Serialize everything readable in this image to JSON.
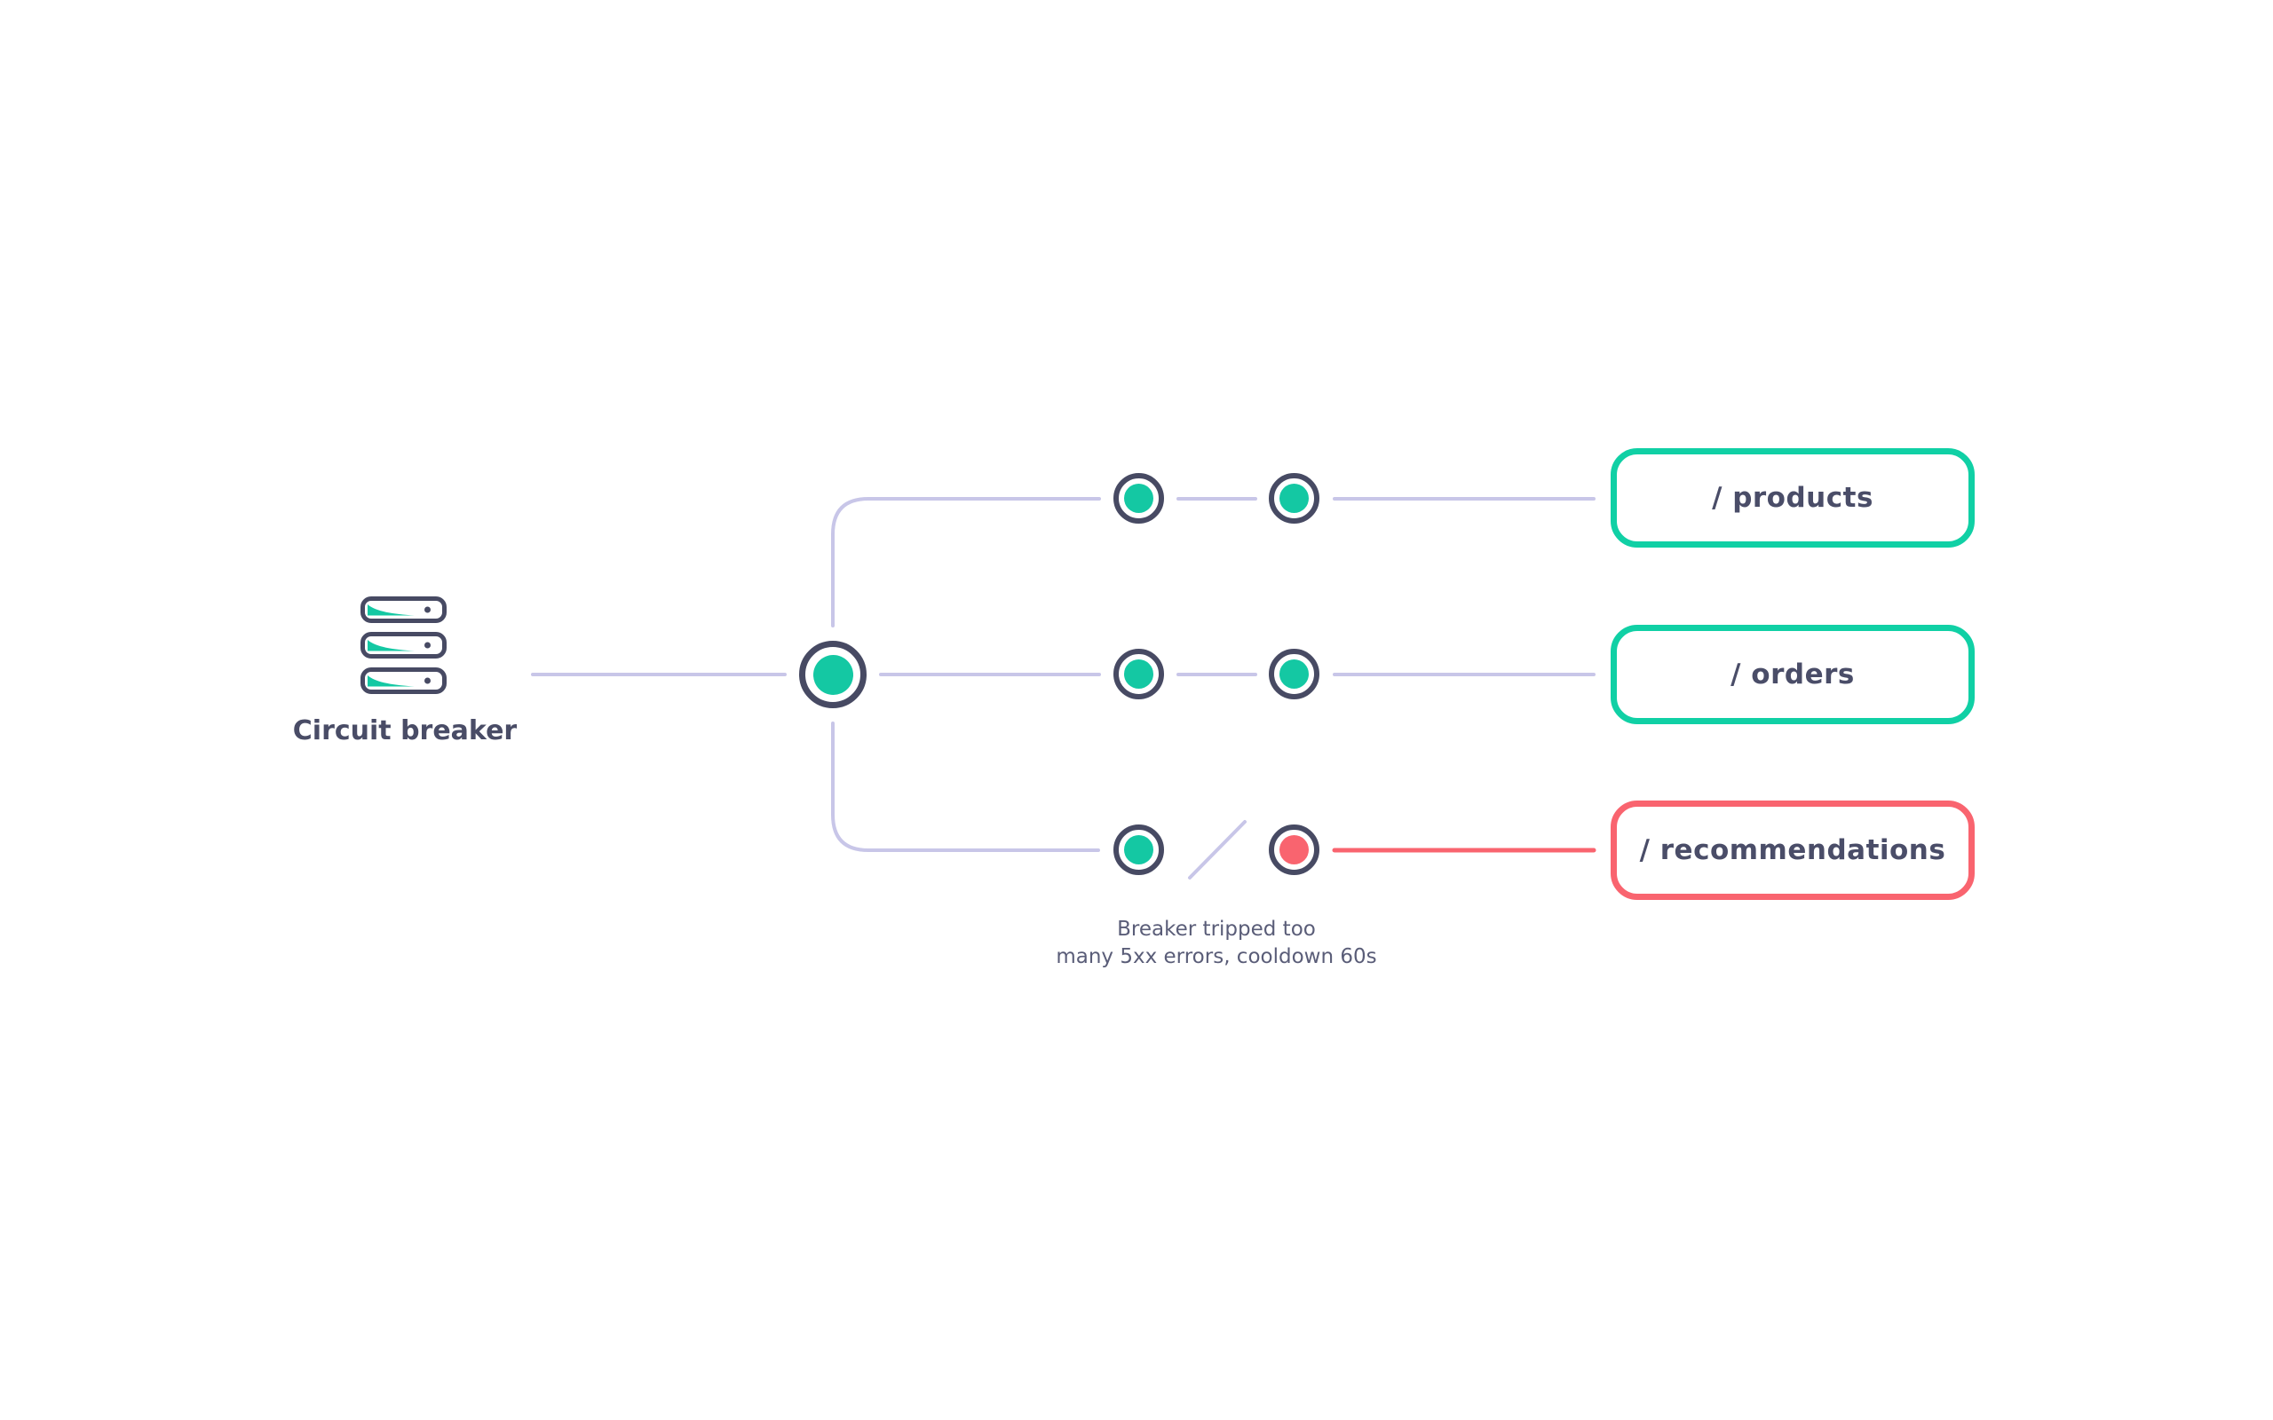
{
  "colors": {
    "healthy": "#10d0a5",
    "tripped": "#f9646f",
    "wire": "#c8c6e8",
    "ink": "#474a63",
    "label_text": "#4a4d68",
    "note_text": "#5a5d78"
  },
  "gateway": {
    "label": "Circuit breaker",
    "icon": "server-stack-icon"
  },
  "hub": {
    "status": "healthy"
  },
  "routes": [
    {
      "label": "/ products",
      "status": "healthy",
      "checkpoints": [
        "healthy",
        "healthy"
      ]
    },
    {
      "label": "/ orders",
      "status": "healthy",
      "checkpoints": [
        "healthy",
        "healthy"
      ]
    },
    {
      "label": "/ recommendations",
      "status": "tripped",
      "checkpoints": [
        "healthy",
        "tripped"
      ],
      "note": {
        "line1": "Breaker tripped too",
        "line2": "many 5xx errors, cooldown 60s"
      }
    }
  ]
}
